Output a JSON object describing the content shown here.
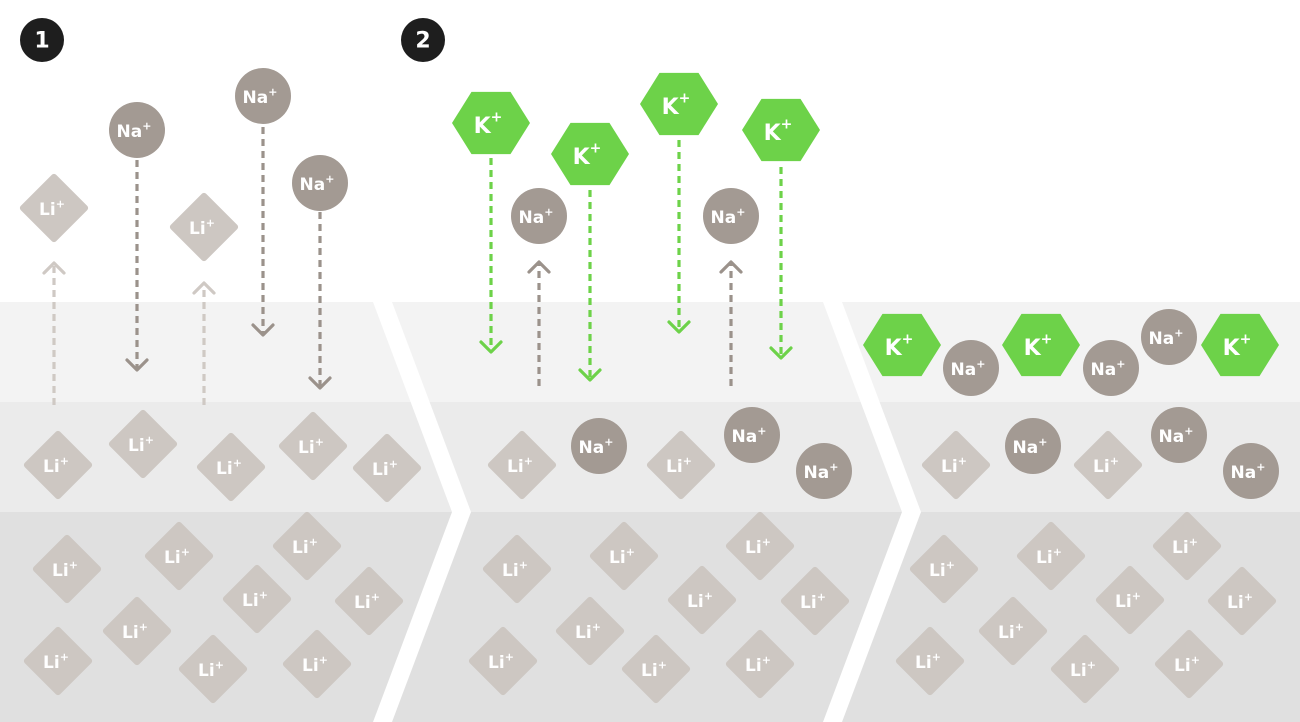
{
  "steps": [
    {
      "id": "step-1",
      "label": "1"
    },
    {
      "id": "step-2",
      "label": "2"
    }
  ],
  "ions": {
    "li": {
      "symbol": "Li",
      "charge": "+"
    },
    "na": {
      "symbol": "Na",
      "charge": "+"
    },
    "k": {
      "symbol": "K",
      "charge": "+"
    }
  },
  "colors": {
    "li_fill": "#cdc7c2",
    "na_fill": "#a39a93",
    "k_fill": "#6dd249",
    "arrow_na": "#9b928b",
    "arrow_li": "#cfc9c4",
    "arrow_k": "#6dd249",
    "band_top": "#f3f3f3",
    "band_mid": "#ebebeb",
    "band_bottom": "#e0e0e0",
    "step_badge": "#1e1e1e"
  }
}
